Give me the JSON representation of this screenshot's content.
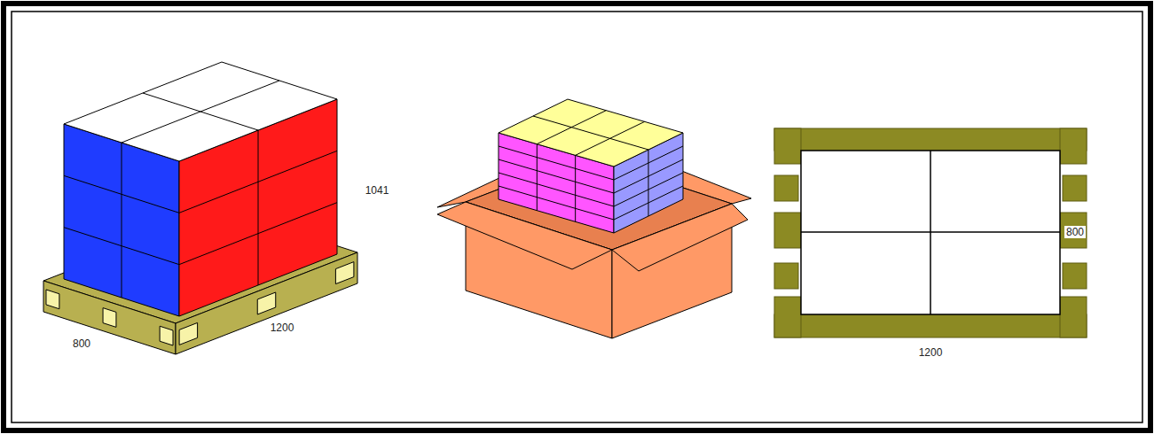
{
  "diagram": {
    "labels": [
      "800",
      "1200",
      "1041",
      "800",
      "1200"
    ]
  }
}
